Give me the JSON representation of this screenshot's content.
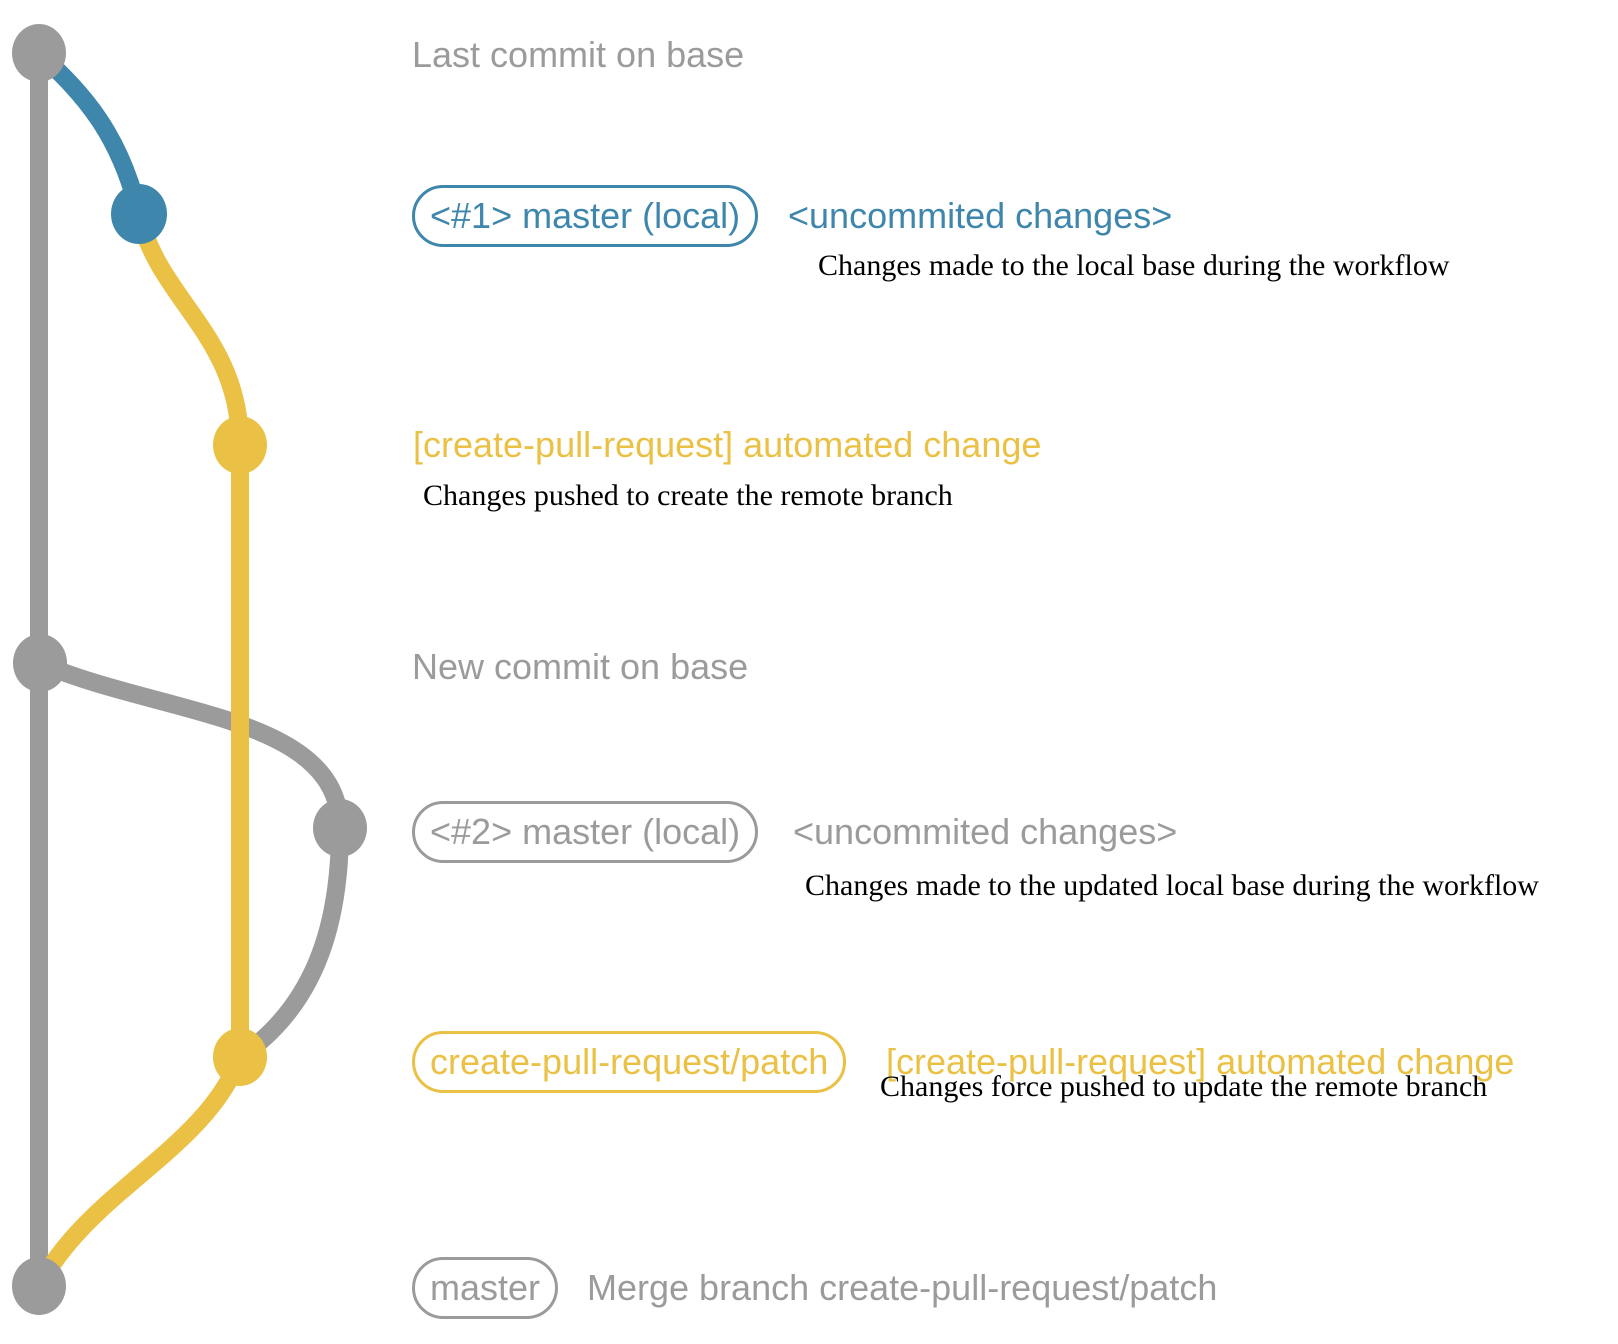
{
  "colors": {
    "gray": "#9b9b9b",
    "blue": "#3e86ab",
    "yellow": "#eac144",
    "text": "#000000",
    "background": "#ffffff"
  },
  "graph": {
    "commit_dots": [
      {
        "order": 1,
        "color": "gray"
      },
      {
        "order": 2,
        "color": "blue"
      },
      {
        "order": 3,
        "color": "yellow"
      },
      {
        "order": 4,
        "color": "gray"
      },
      {
        "order": 5,
        "color": "gray"
      },
      {
        "order": 6,
        "color": "yellow"
      },
      {
        "order": 7,
        "color": "gray"
      }
    ]
  },
  "annotations": {
    "last_commit": {
      "message": "Last commit on base"
    },
    "workflow_run_1": {
      "branch_label": "<#1> master (local)",
      "message": "<uncommited changes>",
      "description": "Changes made to the local base during the workflow"
    },
    "push_1": {
      "message": "[create-pull-request] automated change",
      "description": "Changes pushed to create the remote branch"
    },
    "new_commit": {
      "message": "New commit on base"
    },
    "workflow_run_2": {
      "branch_label": "<#2> master (local)",
      "message": "<uncommited changes>",
      "description": "Changes made to the updated local base during the workflow"
    },
    "push_2": {
      "branch_label": "create-pull-request/patch",
      "message": "[create-pull-request] automated change",
      "description": "Changes force pushed to update the remote branch"
    },
    "merge": {
      "branch_label": "master",
      "message": "Merge branch create-pull-request/patch"
    }
  }
}
